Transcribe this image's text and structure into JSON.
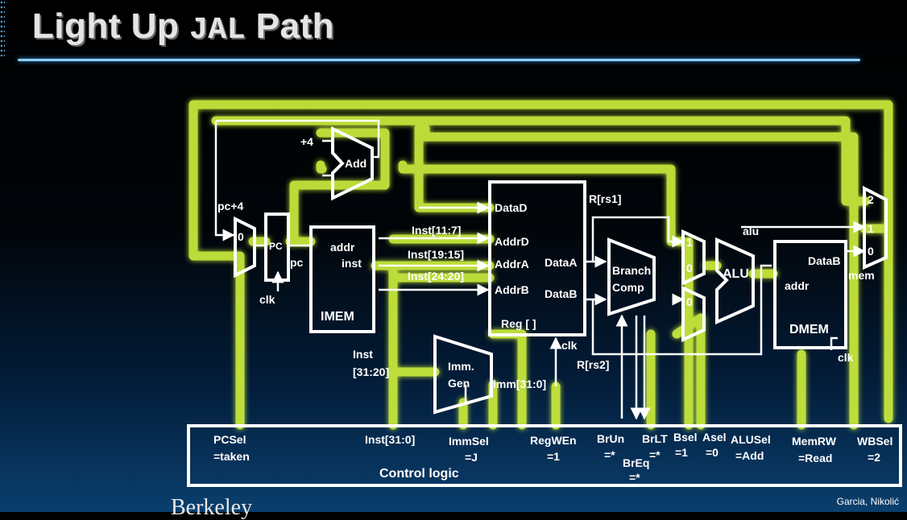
{
  "title": {
    "prefix": "Light Up ",
    "code": "JAL",
    "suffix": " Path"
  },
  "credit": "Garcia, Nikolić",
  "footer_logo": "Berkeley",
  "labels": {
    "plus4": "+4",
    "add": "Add",
    "pc_plus4": "pc+4",
    "pc_reg": "PC",
    "pc": "pc",
    "clk": "clk",
    "mux0": "0",
    "addr": "addr",
    "inst": "inst",
    "imem": "IMEM",
    "inst_11_7": "Inst[11:7]",
    "inst_19_15": "Inst[19:15]",
    "inst_24_20": "Inst[24:20]",
    "inst_31_20_a": "Inst",
    "inst_31_20_b": "[31:20]",
    "datad": "DataD",
    "addrd": "AddrD",
    "addra": "AddrA",
    "addrb": "AddrB",
    "dataa": "DataA",
    "datab": "DataB",
    "reg": "Reg [ ]",
    "rrs1": "R[rs1]",
    "rrs2": "R[rs2]",
    "imm_a": "Imm.",
    "imm_b": "Gen",
    "imm_out": "imm[31:0]",
    "branch_a": "Branch",
    "branch_b": "Comp",
    "amux_1": "1",
    "amux_0": "0",
    "bmux_0": "0",
    "alu": "ALU",
    "alu_out": "alu",
    "dmem_addr": "addr",
    "dmem_datab": "DataB",
    "dmem": "DMEM",
    "wb_2": "2",
    "wb_1": "1",
    "wb_0": "0",
    "mem": "mem"
  },
  "control": {
    "block_label": "Control logic",
    "pcsel": [
      "PCSel",
      "=taken"
    ],
    "inst": "Inst[31:0]",
    "immsel": [
      "ImmSel",
      "=J"
    ],
    "regwen": [
      "RegWEn",
      "=1"
    ],
    "brun": [
      "BrUn",
      "=*"
    ],
    "breq": [
      "BrEq",
      "=*"
    ],
    "brlt": [
      "BrLT",
      "=*"
    ],
    "bsel": [
      "Bsel",
      "=1"
    ],
    "asel": [
      "Asel",
      "=0"
    ],
    "alusel": [
      "ALUSel",
      "=Add"
    ],
    "memrw": [
      "MemRW",
      "=Read"
    ],
    "wbsel": [
      "WBSel",
      "=2"
    ]
  },
  "colors": {
    "highlight": "#c6e83a",
    "wire": "#ffffff",
    "bg_top": "#000000",
    "bg_bottom": "#0a3f6e",
    "title_rule": "#8fd0f8"
  }
}
